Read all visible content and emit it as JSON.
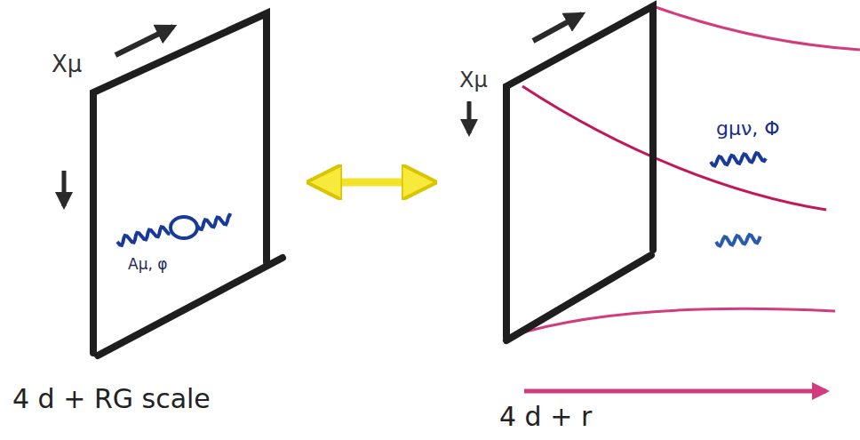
{
  "diagram": {
    "nodes": [
      {
        "text": [
          "Xμ",
          "Aμ, φ"
        ]
      },
      {
        "text": [
          "Xμ"
        ]
      }
    ],
    "edges": [
      {
        "from": 0,
        "to": 1,
        "arrow": "both"
      }
    ],
    "labels": [
      "4 d + RG scale",
      "gμν, Φ",
      "4 d + r"
    ]
  }
}
